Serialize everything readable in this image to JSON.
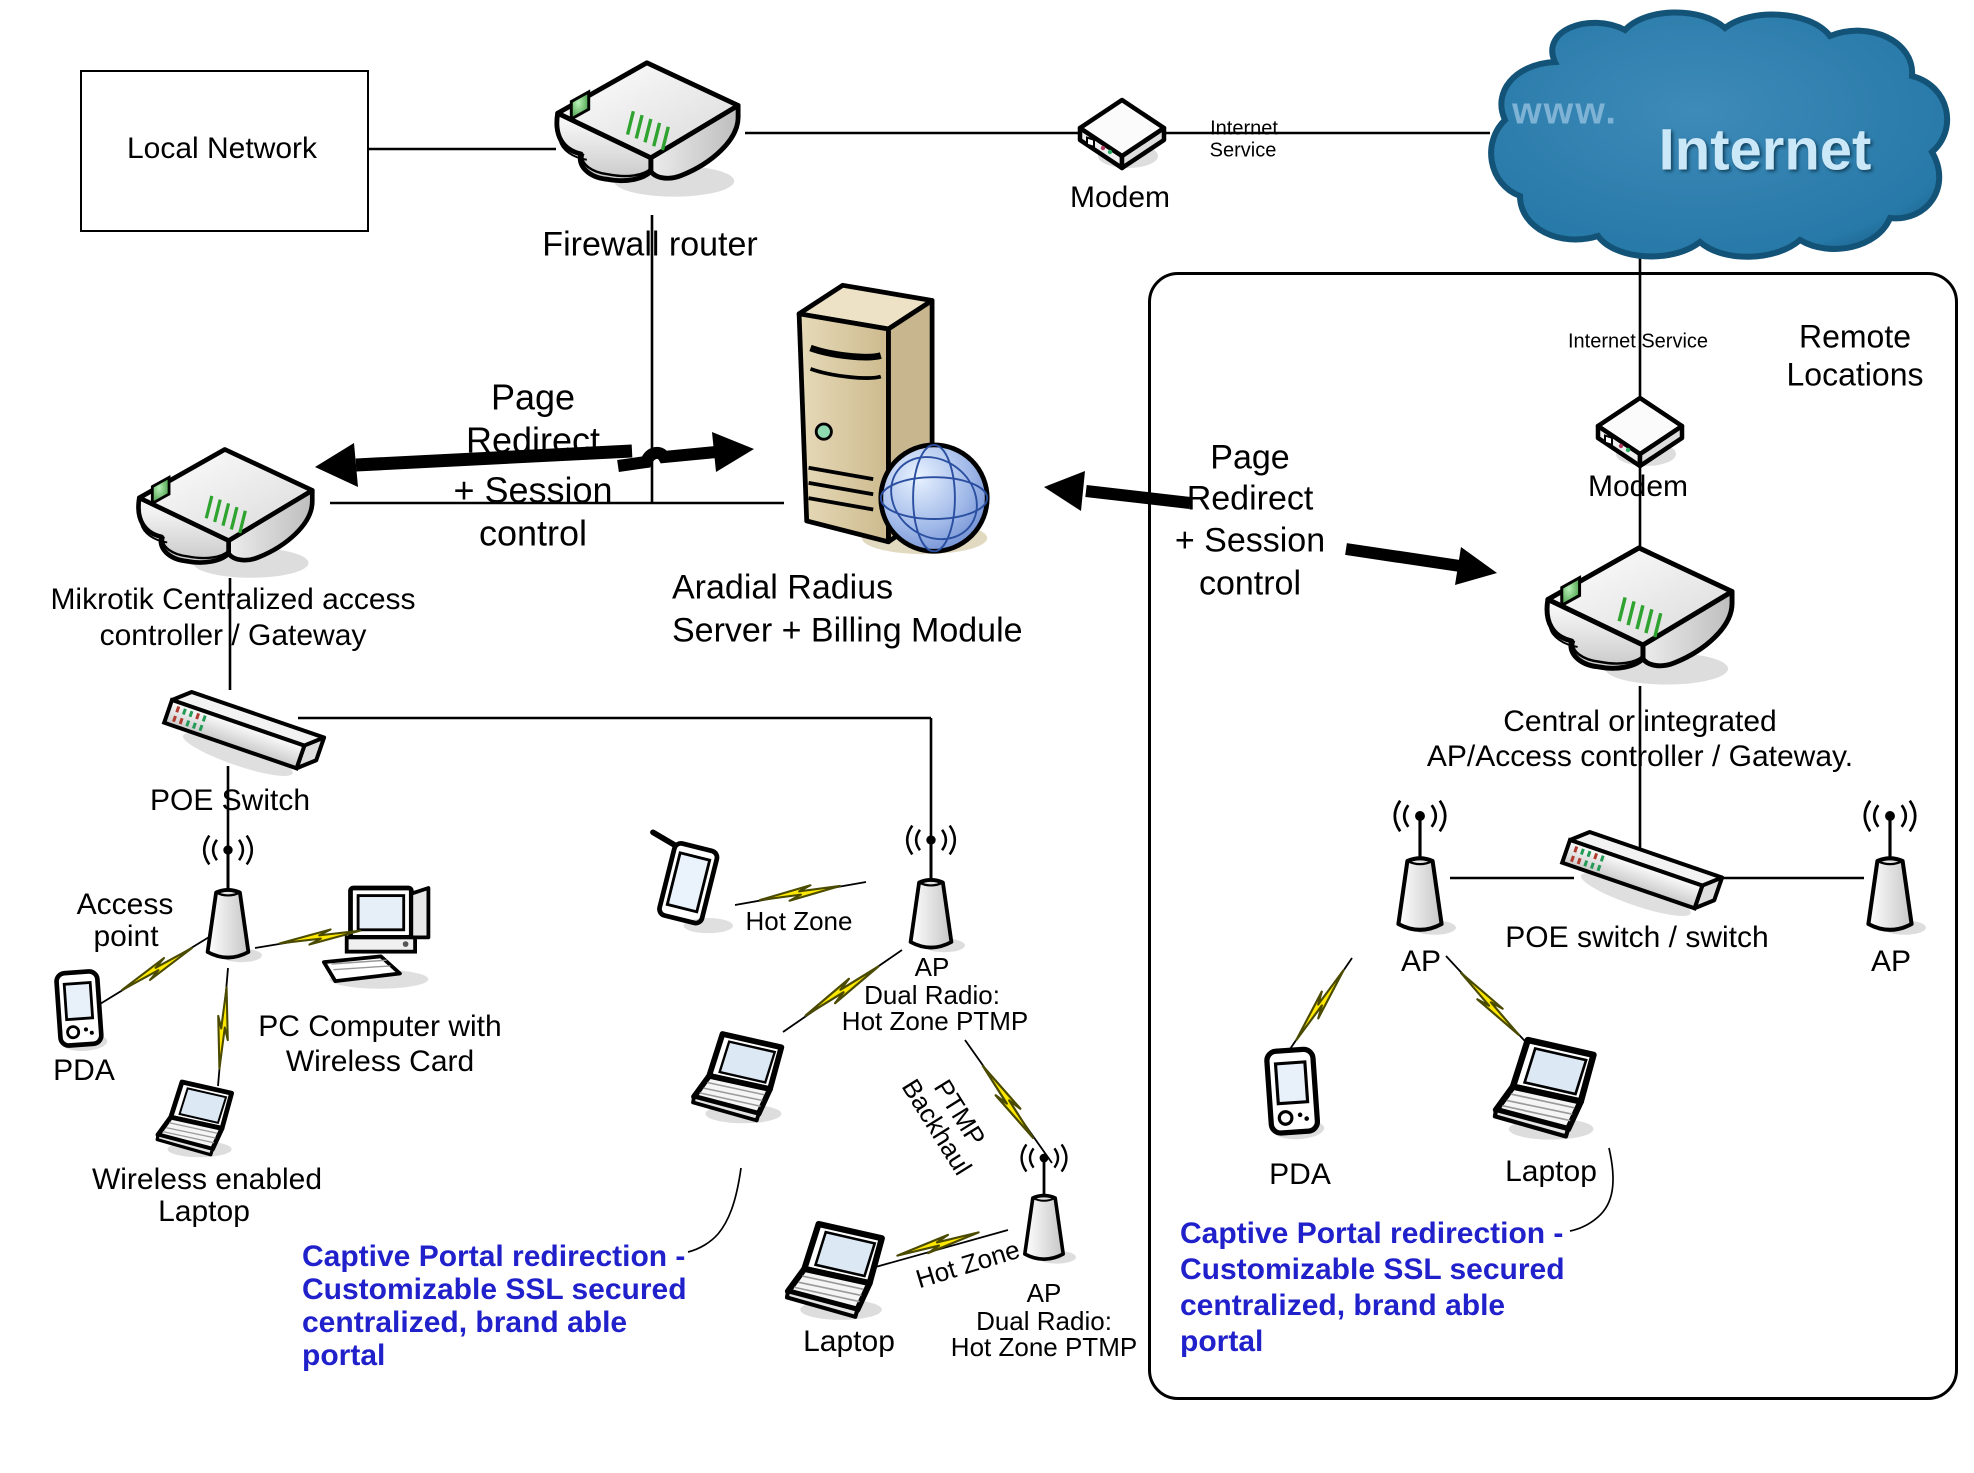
{
  "labels": {
    "local_network": "Local Network",
    "firewall_router": "Firewall router",
    "modem_top": "Modem",
    "internet_service_top": [
      "Internet",
      "Service"
    ],
    "cloud": {
      "www": "www.",
      "internet": "Internet"
    },
    "page_redirect_left": [
      "Page",
      "Redirect",
      "+ Session",
      "control"
    ],
    "page_redirect_right": [
      "Page",
      "Redirect",
      "+ Session",
      "control"
    ],
    "mikrotik": [
      "Mikrotik Centralized access",
      "controller / Gateway"
    ],
    "aradial": [
      "Aradial Radius",
      "Server + Billing Module"
    ],
    "poe_switch": "POE Switch",
    "access_point": [
      "Access",
      "point"
    ],
    "pda": "PDA",
    "pc": [
      "PC Computer with",
      "Wireless Card"
    ],
    "wireless_laptop": [
      "Wireless enabled",
      "Laptop"
    ],
    "hot_zone_a": "Hot Zone",
    "hot_zone_b": "Hot Zone",
    "ap_dual_mid": [
      "AP",
      "Dual Radio:",
      "Hot Zone PTMP"
    ],
    "ap_dual_bottom": [
      "AP",
      "Dual Radio:",
      "Hot Zone PTMP"
    ],
    "ptmp_backhaul": [
      "PTMP",
      "Backhaul"
    ],
    "laptop_mid": "Laptop",
    "captive_left": [
      "Captive Portal redirection -",
      "Customizable SSL secured",
      "centralized, brand able",
      "portal"
    ],
    "captive_right": [
      "Captive Portal redirection -",
      "Customizable SSL secured",
      "centralized, brand able",
      "portal"
    ],
    "remote_locations": [
      "Remote",
      "Locations"
    ],
    "internet_service_remote": "Internet Service",
    "modem_remote": "Modem",
    "central_gateway": [
      "Central or integrated",
      "AP/Access controller / Gateway."
    ],
    "poe_switch_remote": "POE switch / switch",
    "ap_remote_left": "AP",
    "ap_remote_right": "AP",
    "pda_remote": "PDA",
    "laptop_remote": "Laptop"
  },
  "colors": {
    "captive_text_blue": "#2121CC",
    "cloud_blue": "#2779A8",
    "cloud_edge_blue": "#135378",
    "cloud_text_light": "#CBE8F8",
    "cloud_www": "#7FB3D6",
    "bolt_yellow": "#FFE800",
    "server_tan": "#D8C9A4",
    "led_green": "#3FBF3F",
    "line_black": "#000000"
  },
  "icons": [
    "firewall-router-icon",
    "modem-icon",
    "internet-cloud-icon",
    "radius-server-icon",
    "globe-icon",
    "mikrotik-gateway-icon",
    "poe-switch-icon",
    "access-point-icon",
    "pda-icon",
    "pc-computer-icon",
    "laptop-icon",
    "tablet-icon",
    "lightning-bolt-icon",
    "page-redirect-arrow"
  ]
}
